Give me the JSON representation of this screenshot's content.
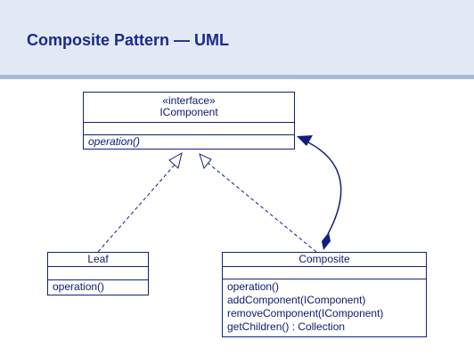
{
  "slide": {
    "title": "Composite Pattern — UML"
  },
  "diagram": {
    "interface_class": {
      "stereotype": "«interface»",
      "name": "IComponent",
      "operations": [
        "operation()"
      ]
    },
    "leaf_class": {
      "name": "Leaf",
      "operations": [
        "operation()"
      ]
    },
    "composite_class": {
      "name": "Composite",
      "operations": [
        "operation()",
        "addComponent(IComponent)",
        "removeComponent(IComponent)",
        "getChildren() : Collection"
      ]
    },
    "relations": [
      {
        "from": "Leaf",
        "to": "IComponent",
        "kind": "realization"
      },
      {
        "from": "Composite",
        "to": "IComponent",
        "kind": "realization"
      },
      {
        "from": "Composite",
        "to": "IComponent",
        "kind": "composition"
      }
    ],
    "colors": {
      "ink": "#10207a",
      "header_bg": "#e3e9f4",
      "rule": "#a9bbd6"
    }
  }
}
